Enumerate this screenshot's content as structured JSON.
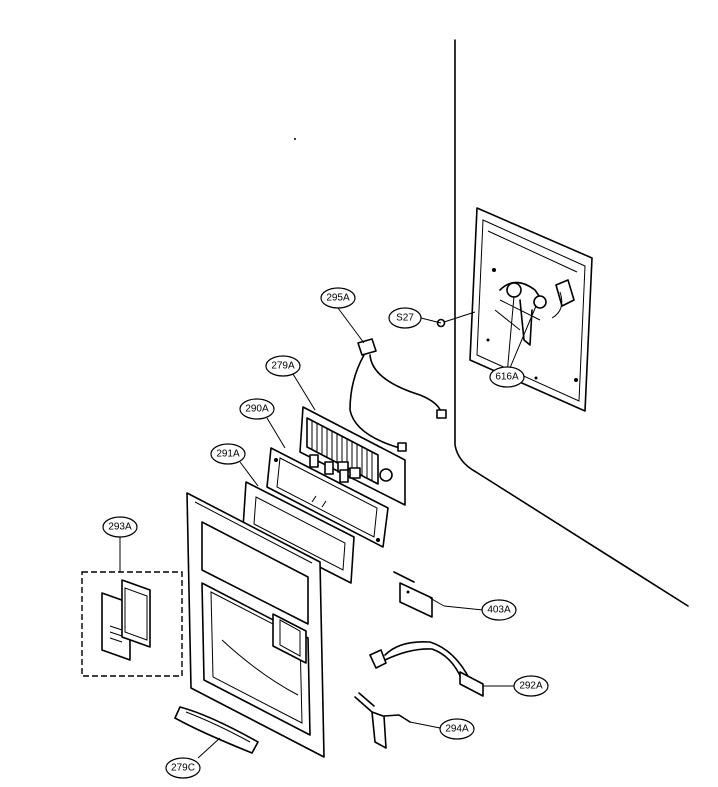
{
  "callouts": {
    "c295a": "295A",
    "cs27": "S27",
    "c616a": "616A",
    "c279a": "279A",
    "c290a": "290A",
    "c291a": "291A",
    "c293a": "293A",
    "c403a": "403A",
    "c292a": "292A",
    "c294a": "294A",
    "c279c": "279C"
  }
}
